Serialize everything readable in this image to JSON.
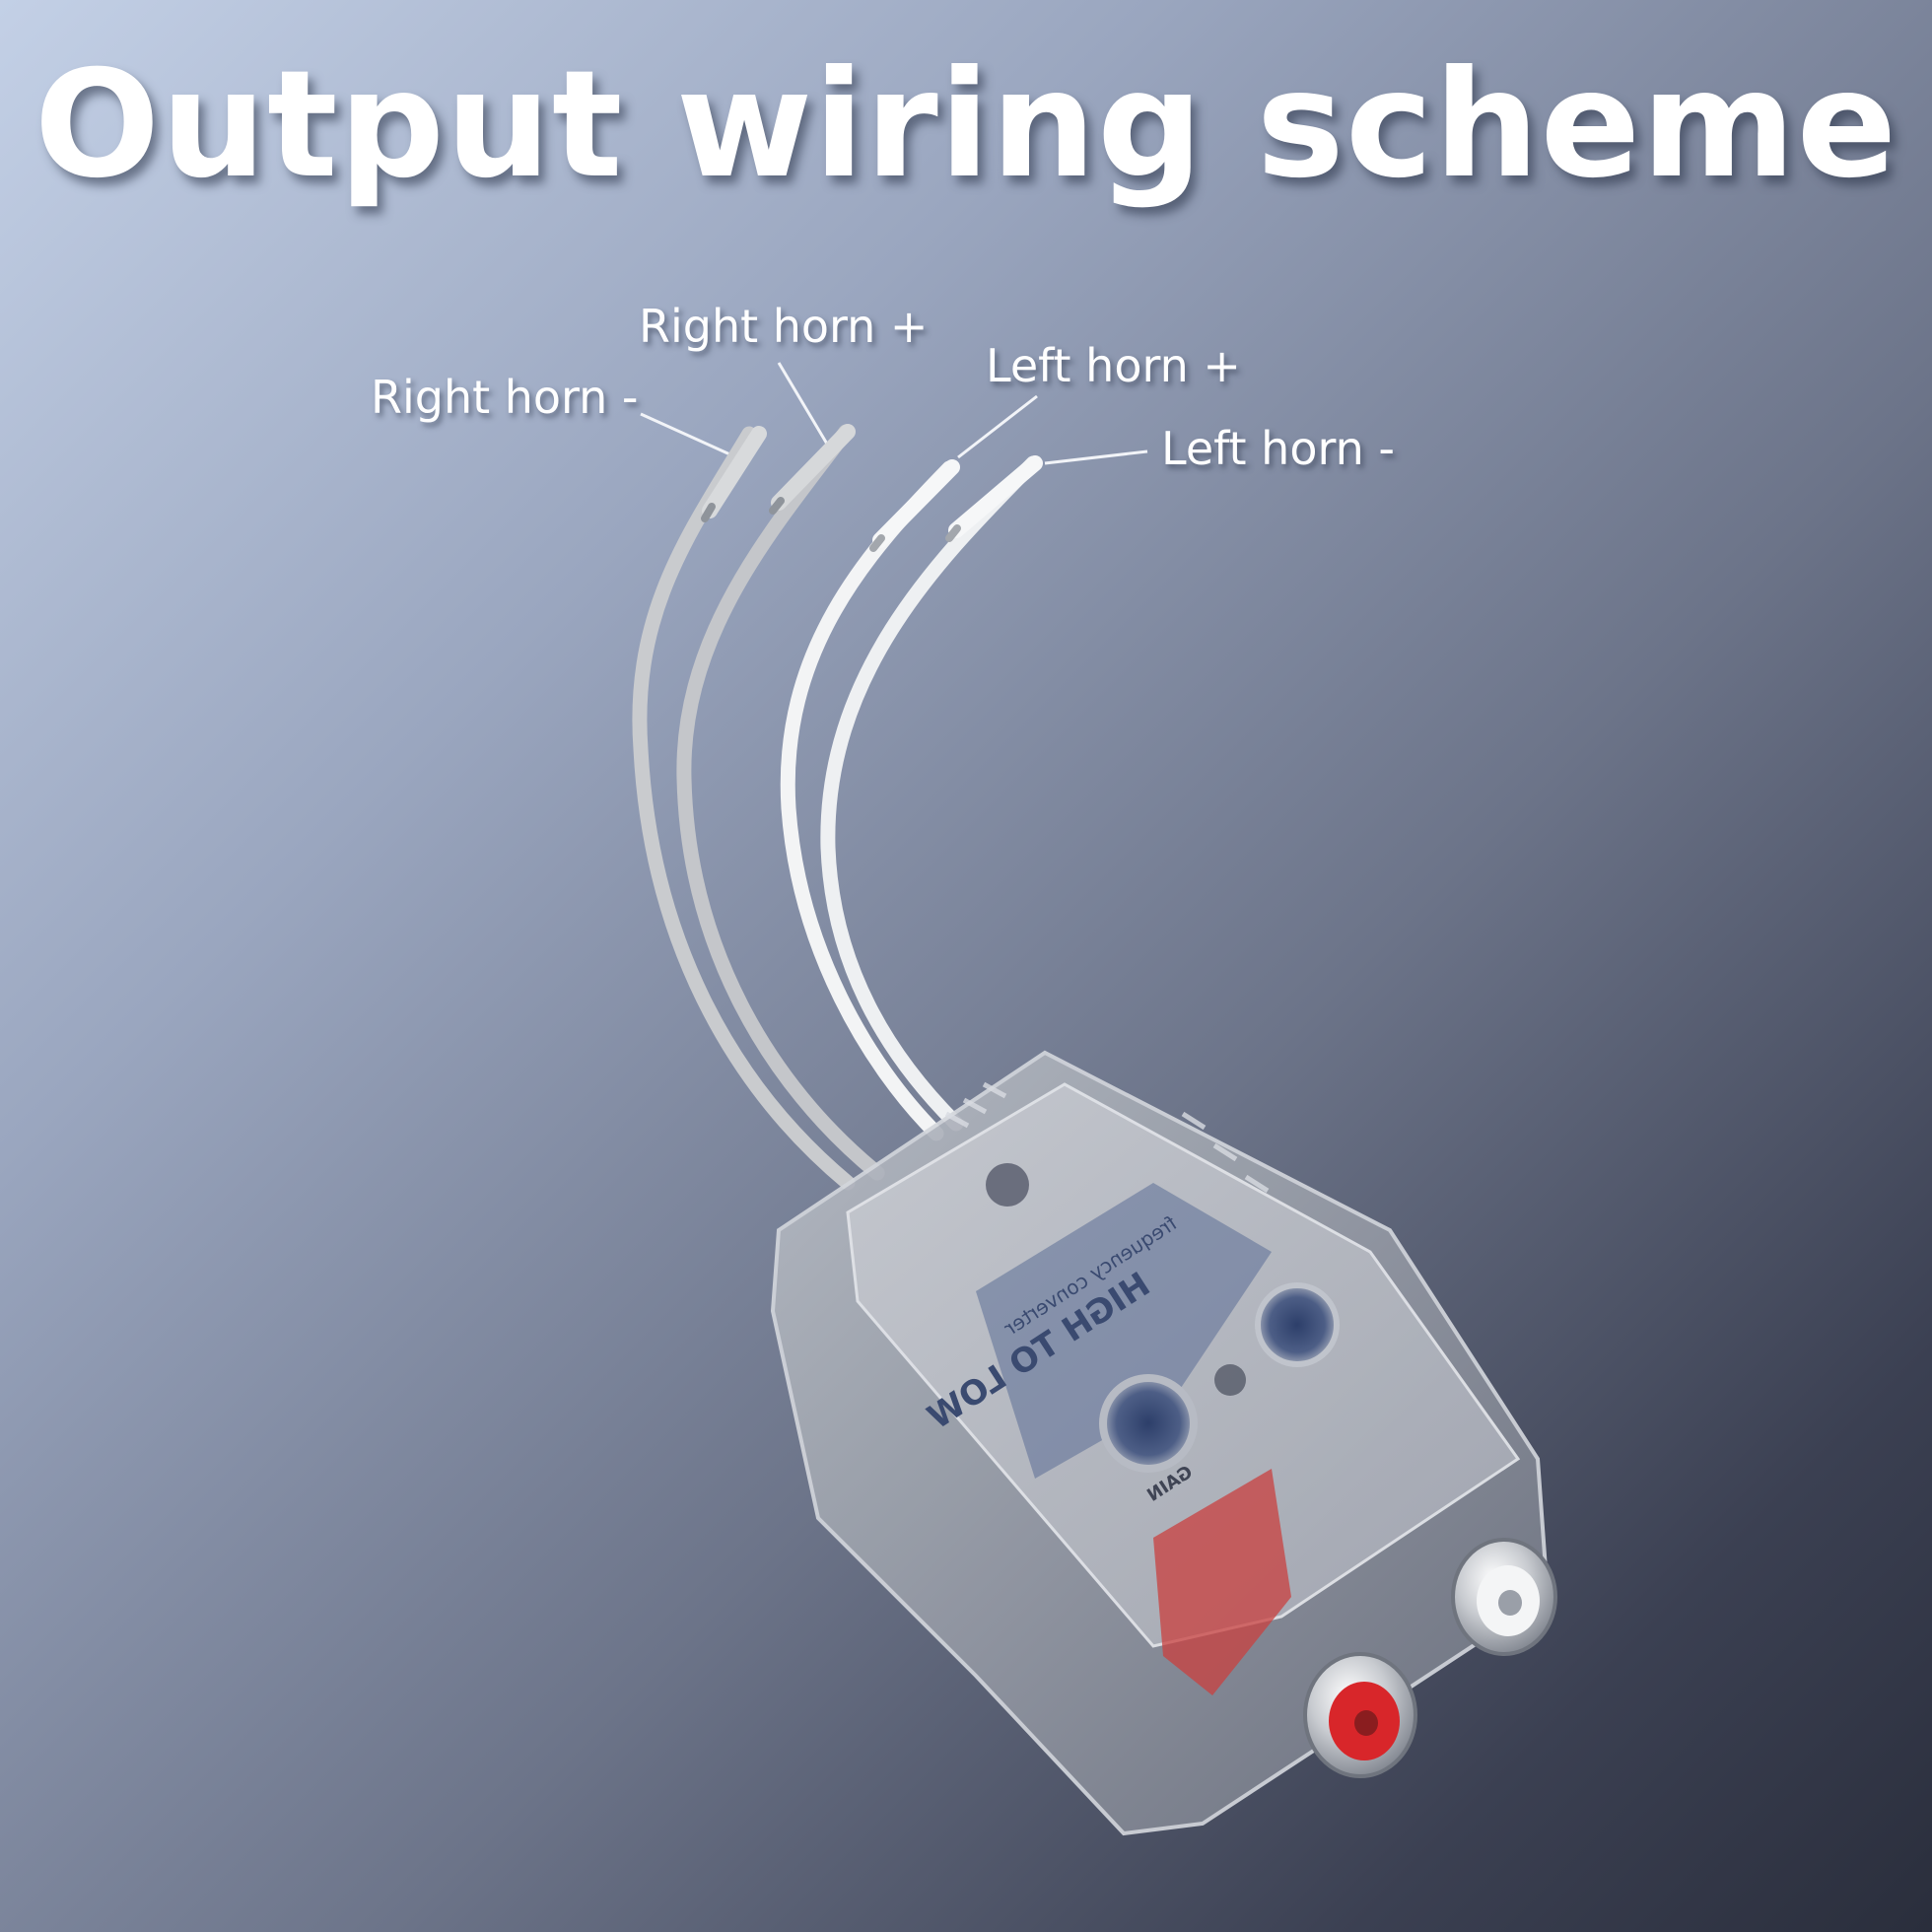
{
  "title": "Output wiring scheme",
  "labels": {
    "right_minus": "Right horn -",
    "right_plus": "Right horn +",
    "left_plus": "Left horn +",
    "left_minus": "Left horn -"
  },
  "device_print": {
    "line1": "HIGH TO LOW",
    "line2": "frequency converter",
    "adjust": "GAIN"
  },
  "colors": {
    "background_light": "#c3d0e6",
    "background_dark": "#2a2e3c",
    "wire_right": "#c9cbce",
    "wire_left": "#f3f4f5",
    "rca_left": "#d8262a",
    "rca_right": "#ffffff"
  }
}
